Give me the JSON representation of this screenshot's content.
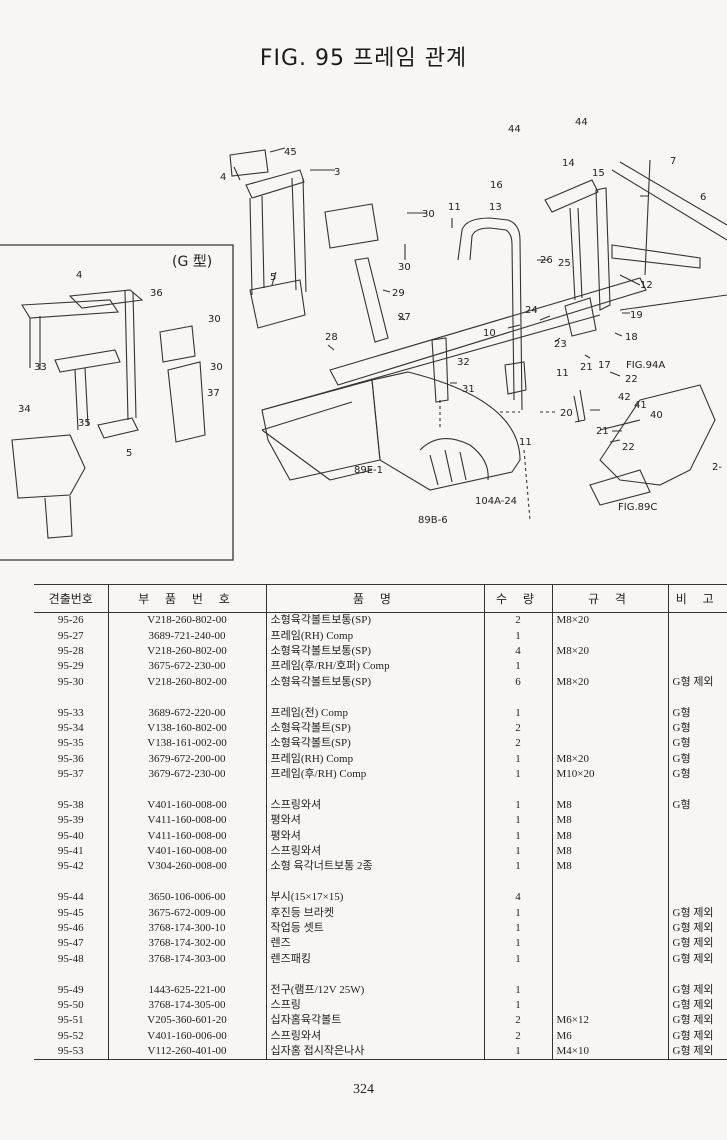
{
  "title": "FIG. 95 프레임 관계",
  "diagram": {
    "inset_label": "(G 型)",
    "callouts": [
      "3",
      "4",
      "45",
      "44",
      "44",
      "14",
      "15",
      "16",
      "13",
      "7",
      "6",
      "30",
      "11",
      "30",
      "5",
      "29",
      "26",
      "25",
      "12",
      "24",
      "19",
      "18",
      "36",
      "4",
      "28",
      "27",
      "10",
      "23",
      "17",
      "FIG.94A",
      "21",
      "22",
      "33",
      "30",
      "37",
      "32",
      "31",
      "11",
      "21",
      "20",
      "42",
      "41",
      "40",
      "22",
      "35",
      "34",
      "5",
      "11",
      "89E-1",
      "104A-24",
      "89B-6",
      "FIG.89C",
      "2-"
    ]
  },
  "table": {
    "headers": [
      "견출번호",
      "부 품 번 호",
      "품 명",
      "수 량",
      "규 격",
      "비 고"
    ],
    "groups": [
      [
        [
          "95-26",
          "V218-260-802-00",
          "소형육각볼트보통(SP)",
          "2",
          "M8×20",
          ""
        ],
        [
          "95-27",
          "3689-721-240-00",
          "프레임(RH) Comp",
          "1",
          "",
          ""
        ],
        [
          "95-28",
          "V218-260-802-00",
          "소형육각볼트보통(SP)",
          "4",
          "M8×20",
          ""
        ],
        [
          "95-29",
          "3675-672-230-00",
          "프레임(후/RH/호퍼) Comp",
          "1",
          "",
          ""
        ],
        [
          "95-30",
          "V218-260-802-00",
          "소형육각볼트보통(SP)",
          "6",
          "M8×20",
          "G형 제외"
        ]
      ],
      [
        [
          "95-33",
          "3689-672-220-00",
          "프레임(전) Comp",
          "1",
          "",
          "G형"
        ],
        [
          "95-34",
          "V138-160-802-00",
          "소형육각볼트(SP)",
          "2",
          "",
          "G형"
        ],
        [
          "95-35",
          "V138-161-002-00",
          "소형육각볼트(SP)",
          "2",
          "",
          "G형"
        ],
        [
          "95-36",
          "3679-672-200-00",
          "프레임(RH) Comp",
          "1",
          "M8×20",
          "G형"
        ],
        [
          "95-37",
          "3679-672-230-00",
          "프레임(후/RH) Comp",
          "1",
          "M10×20",
          "G형"
        ]
      ],
      [
        [
          "95-38",
          "V401-160-008-00",
          "스프링와셔",
          "1",
          "M8",
          "G형"
        ],
        [
          "95-39",
          "V411-160-008-00",
          "평와셔",
          "1",
          "M8",
          ""
        ],
        [
          "95-40",
          "V411-160-008-00",
          "평와셔",
          "1",
          "M8",
          ""
        ],
        [
          "95-41",
          "V401-160-008-00",
          "스프링와셔",
          "1",
          "M8",
          ""
        ],
        [
          "95-42",
          "V304-260-008-00",
          "소형 육각너트보통 2종",
          "1",
          "M8",
          ""
        ]
      ],
      [
        [
          "95-44",
          "3650-106-006-00",
          "부시(15×17×15)",
          "4",
          "",
          ""
        ],
        [
          "95-45",
          "3675-672-009-00",
          "후진등 브라켓",
          "1",
          "",
          "G형 제외"
        ],
        [
          "95-46",
          "3768-174-300-10",
          "작업등 셋트",
          "1",
          "",
          "G형 제외"
        ],
        [
          "95-47",
          "3768-174-302-00",
          "렌즈",
          "1",
          "",
          "G형 제외"
        ],
        [
          "95-48",
          "3768-174-303-00",
          "렌즈패킹",
          "1",
          "",
          "G형 제외"
        ]
      ],
      [
        [
          "95-49",
          "1443-625-221-00",
          "전구(램프/12V 25W)",
          "1",
          "",
          "G형 제외"
        ],
        [
          "95-50",
          "3768-174-305-00",
          "스프링",
          "1",
          "",
          "G형 제외"
        ],
        [
          "95-51",
          "V205-360-601-20",
          "십자홈육각볼트",
          "2",
          "M6×12",
          "G형 제외"
        ],
        [
          "95-52",
          "V401-160-006-00",
          "스프링와셔",
          "2",
          "M6",
          "G형 제외"
        ],
        [
          "95-53",
          "V112-260-401-00",
          "십자홈 접시작은나사",
          "1",
          "M4×10",
          "G형 제외"
        ]
      ]
    ]
  },
  "page_number": "324"
}
